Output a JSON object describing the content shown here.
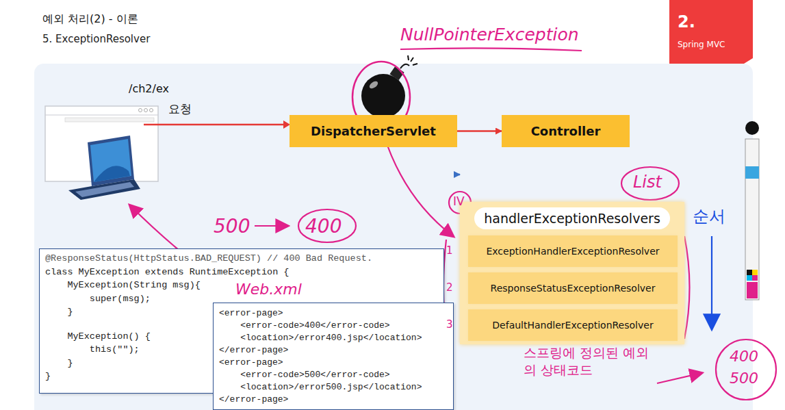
{
  "diagram": {
    "title": "예외 처리(2) - 이론",
    "nodes": [
      {
        "text": [
          "DispatcherServlet"
        ]
      },
      {
        "text": [
          "Controller"
        ]
      },
      {
        "text": [
          "handlerExceptionResolvers"
        ]
      },
      {
        "text": [
          "ExceptionHandlerExceptionResolver"
        ],
        "in": 2
      },
      {
        "text": [
          "ResponseStatusExceptionResolver"
        ],
        "in": 2
      },
      {
        "text": [
          "DefaultHandlerExceptionResolver"
        ],
        "in": 2
      },
      {
        "text": [
          "@ResponseStatus(HttpStatus.BAD_REQUEST) // 400 Bad Request.",
          "class MyException extends RuntimeException {",
          "    MyException(String msg){",
          "        super(msg);",
          "    }",
          "    MyException() {",
          "        this(\"\");",
          "    }",
          "}"
        ]
      },
      {
        "text": [
          "<error-page>",
          "    <error-code>400</error-code>",
          "    <location>/error400.jsp</location>",
          "</error-page>",
          "<error-page>",
          "    <error-code>500</error-code>",
          "    <location>/error500.jsp</location>",
          "</error-page>"
        ]
      }
    ],
    "edges": [
      {
        "from": 0,
        "to": 1,
        "arrow": "to"
      },
      {
        "from": 0,
        "to": 2,
        "arrow": "to"
      }
    ],
    "labels": [
      "5. ExceptionResolver",
      "2.",
      "Spring MVC",
      "/ch2/ex",
      "요청",
      "NullPointerException",
      "List",
      "IV",
      "1",
      "2",
      "3",
      "순서",
      "500",
      "400",
      "Web.xml",
      "스프링에 정의된 예외의 상태코드",
      "400",
      "500"
    ]
  }
}
